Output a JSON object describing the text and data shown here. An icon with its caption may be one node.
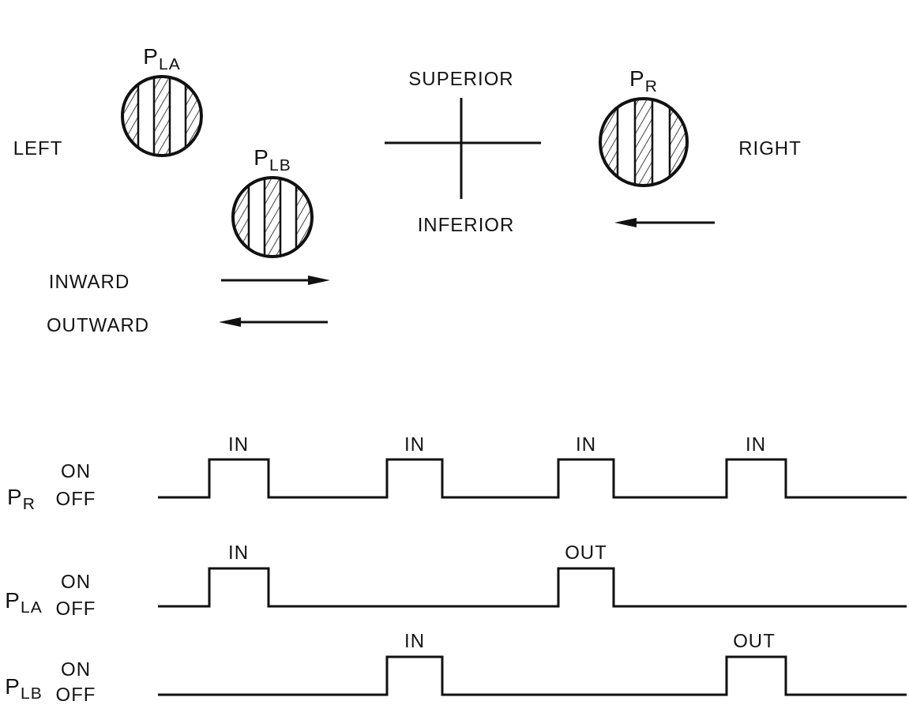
{
  "diagram": {
    "nodes": [
      {
        "text": [
          "P$_{LA}$"
        ]
      },
      {
        "text": [
          "P$_{LB}$"
        ]
      },
      {
        "text": [
          "P$_{R}$"
        ]
      }
    ],
    "labels": [
      "LEFT",
      "SUPERIOR",
      "RIGHT",
      "INFERIOR",
      "INWARD",
      "OUTWARD",
      "IN",
      "IN",
      "IN",
      "IN",
      "P$_{R}$",
      "ON",
      "OFF",
      "IN",
      "OUT",
      "P$_{LA}$",
      "ON",
      "OFF",
      "IN",
      "OUT",
      "P$_{LB}$",
      "ON",
      "OFF"
    ]
  }
}
